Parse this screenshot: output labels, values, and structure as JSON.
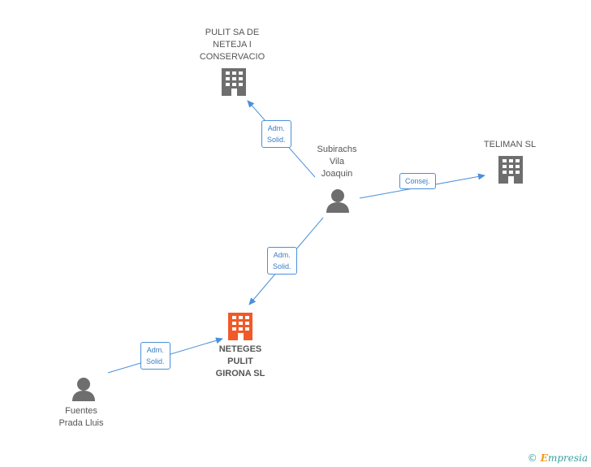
{
  "colors": {
    "edge": "#4a90d9",
    "company_gray": "#6e6e6e",
    "company_main": "#f05a28",
    "person": "#6e6e6e"
  },
  "nodes": {
    "pulit_sa": {
      "lines": [
        "PULIT SA DE",
        "NETEJA I",
        "CONSERVACIO"
      ],
      "icon": "building-icon"
    },
    "teliman": {
      "lines": [
        "TELIMAN SL"
      ],
      "icon": "building-icon"
    },
    "subirachs": {
      "lines": [
        "Subirachs",
        "Vila",
        "Joaquin"
      ],
      "icon": "person-icon"
    },
    "neteges": {
      "lines": [
        "NETEGES",
        "PULIT",
        "GIRONA SL"
      ],
      "icon": "building-icon"
    },
    "fuentes": {
      "lines": [
        "Fuentes",
        "Prada Lluis"
      ],
      "icon": "person-icon"
    }
  },
  "edges": {
    "subirachs_pulit": [
      "Adm.",
      "Solid."
    ],
    "subirachs_teliman": [
      "Consej."
    ],
    "subirachs_neteges": [
      "Adm.",
      "Solid."
    ],
    "fuentes_neteges": [
      "Adm.",
      "Solid."
    ]
  },
  "footer": {
    "copyright": "©",
    "brand_first": "E",
    "brand_rest": "mpresia"
  }
}
